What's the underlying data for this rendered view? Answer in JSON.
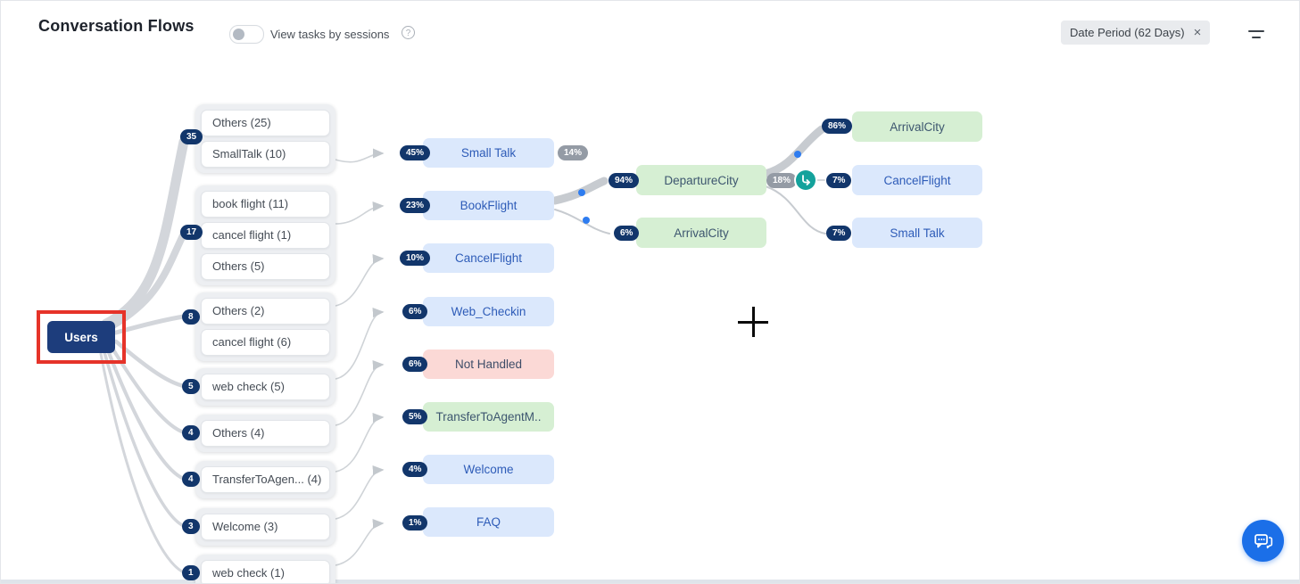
{
  "header": {
    "title": "Conversation Flows",
    "toggle_label": "View tasks by sessions",
    "date_filter_chip": "Date Period (62 Days)"
  },
  "icons": {
    "close": "×",
    "help": "?"
  },
  "flow": {
    "root_label": "Users",
    "groups": [
      {
        "count": "35",
        "items": [
          "Others (25)",
          "SmallTalk (10)"
        ]
      },
      {
        "count": "17",
        "items": [
          "book flight (11)",
          "cancel flight (1)",
          "Others (5)"
        ]
      },
      {
        "count": "8",
        "items": [
          "Others (2)",
          "cancel flight (6)"
        ]
      },
      {
        "count": "5",
        "items": [
          "web check (5)"
        ]
      },
      {
        "count": "4",
        "items": [
          "Others (4)"
        ]
      },
      {
        "count": "4",
        "items": [
          "TransferToAgen... (4)"
        ]
      },
      {
        "count": "3",
        "items": [
          "Welcome (3)"
        ]
      },
      {
        "count": "1",
        "items": [
          "web check (1)"
        ]
      }
    ],
    "level2": [
      {
        "pct": "45%",
        "label": "Small Talk",
        "drop_pct": "14%"
      },
      {
        "pct": "23%",
        "label": "BookFlight"
      },
      {
        "pct": "10%",
        "label": "CancelFlight"
      },
      {
        "pct": "6%",
        "label": "Web_Checkin"
      },
      {
        "pct": "6%",
        "label": "Not Handled"
      },
      {
        "pct": "5%",
        "label": "TransferToAgentM.."
      },
      {
        "pct": "4%",
        "label": "Welcome"
      },
      {
        "pct": "1%",
        "label": "FAQ"
      }
    ],
    "level3": {
      "departure_city": {
        "pct": "94%",
        "label": "DepartureCity"
      },
      "arrival_city_low": {
        "pct": "6%",
        "label": "ArrivalCity"
      },
      "arrival_city_top": {
        "pct": "86%",
        "label": "ArrivalCity"
      },
      "outflow_pct": "18%",
      "cancel_flight": {
        "pct": "7%",
        "label": "CancelFlight"
      },
      "small_talk": {
        "pct": "7%",
        "label": "Small Talk"
      }
    }
  },
  "colors": {
    "accent_navy": "#12366b",
    "node_blue_bg": "#dbe8fc",
    "node_green_bg": "#d6efd3",
    "node_pink_bg": "#fbd9d6",
    "badge_gray": "#949ba5",
    "teal_icon": "#14a29c",
    "chat_button_blue": "#1b6fe8",
    "highlight_red": "#e63329",
    "edge_gray": "#c9cdd2",
    "dot_blue": "#2e7cf0"
  }
}
